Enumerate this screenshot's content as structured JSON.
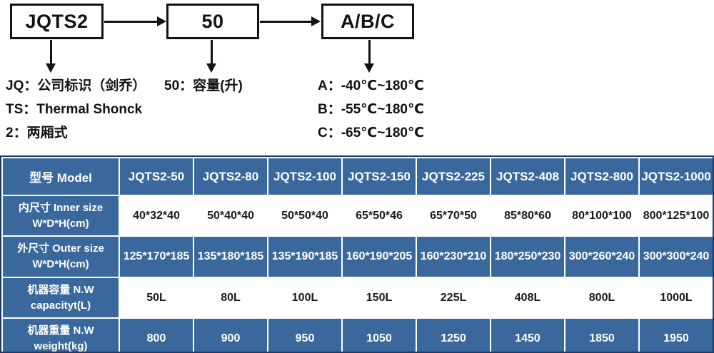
{
  "diagram": {
    "boxes": [
      {
        "label": "JQTS2"
      },
      {
        "label": "50"
      },
      {
        "label": "A/B/C"
      }
    ],
    "legend_left": [
      "JQ：公司标识（剑乔）",
      "TS：Thermal Shonck",
      "2：两厢式"
    ],
    "legend_mid": [
      "50：容量(升)"
    ],
    "legend_right": [
      "A：-40℃~180℃",
      "B：-55℃~180℃",
      "C：-65℃~180℃"
    ]
  },
  "table": {
    "header": {
      "label": "型号 Model",
      "models": [
        "JQTS2-50",
        "JQTS2-80",
        "JQTS2-100",
        "JQTS2-150",
        "JQTS2-225",
        "JQTS2-408",
        "JQTS2-800",
        "JQTS2-1000"
      ]
    },
    "rows": [
      {
        "label_line1": "内尺寸 Inner size",
        "label_line2": "W*D*H(cm)",
        "values": [
          "40*32*40",
          "50*40*40",
          "50*50*40",
          "65*50*46",
          "65*70*50",
          "85*80*60",
          "80*100*100",
          "800*125*100"
        ]
      },
      {
        "label_line1": "外尺寸 Outer size",
        "label_line2": "W*D*H(cm)",
        "values": [
          "125*170*185",
          "135*180*185",
          "135*190*185",
          "160*190*205",
          "160*230*210",
          "180*250*230",
          "300*260*240",
          "300*300*240"
        ]
      },
      {
        "label_line1": "机器容量 N.W",
        "label_line2": "capacityt(L)",
        "values": [
          "50L",
          "80L",
          "100L",
          "150L",
          "225L",
          "408L",
          "800L",
          "1000L"
        ]
      },
      {
        "label_line1": "机器重量 N.W",
        "label_line2": "weight(kg)",
        "values": [
          "800",
          "900",
          "950",
          "1050",
          "1250",
          "1450",
          "1850",
          "1950"
        ]
      }
    ]
  },
  "colors": {
    "table_blue": "#3a689c",
    "table_border_navy": "#1f3864",
    "gridline_white": "#ffffff",
    "text_dark": "#1a1a1a",
    "diagram_black": "#121212"
  }
}
